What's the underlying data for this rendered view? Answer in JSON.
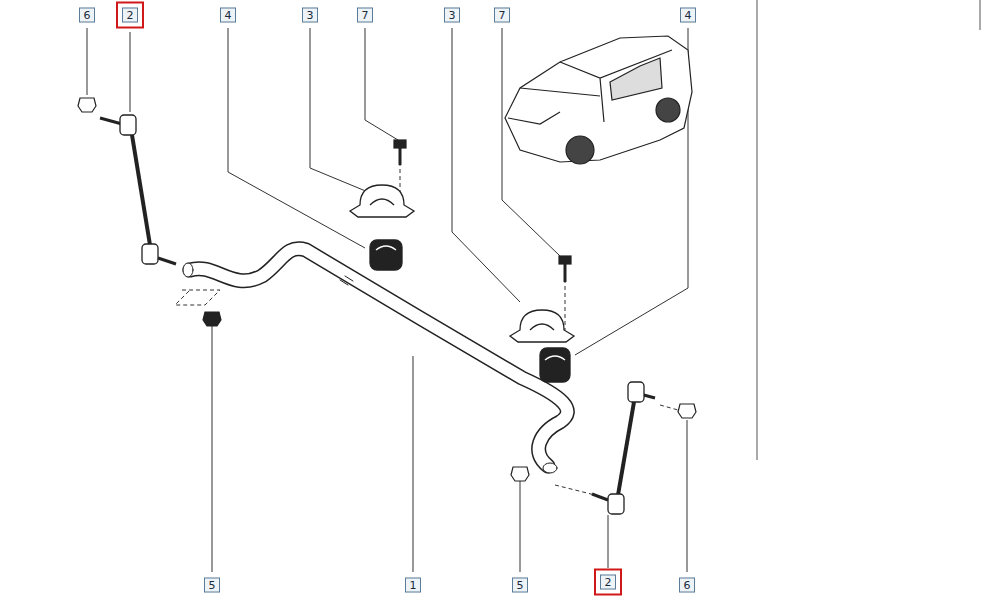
{
  "diagram": {
    "labels": [
      "6",
      "2",
      "4",
      "3",
      "7",
      "3",
      "7",
      "4",
      "5",
      "1",
      "5",
      "2",
      "6"
    ]
  }
}
